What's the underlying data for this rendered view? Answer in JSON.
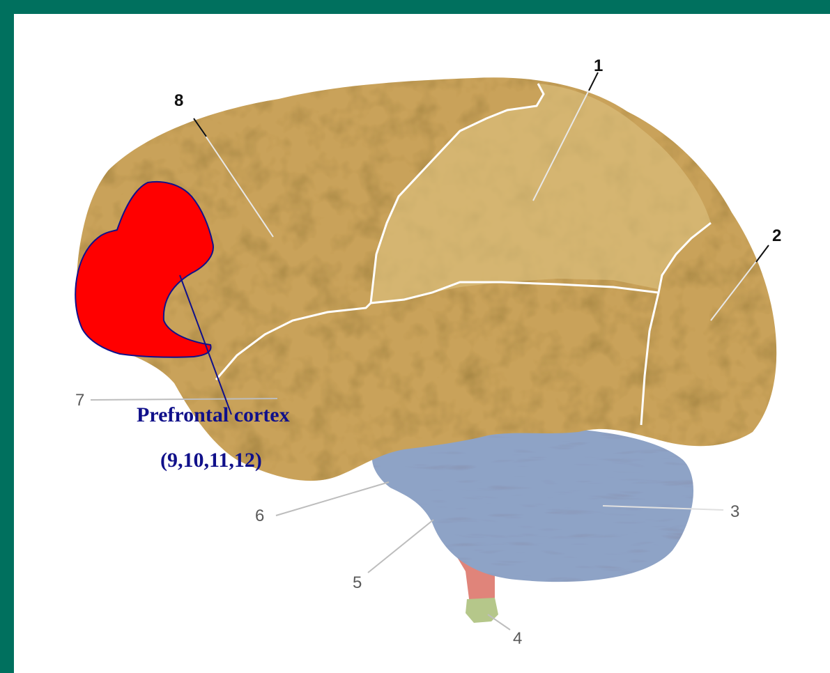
{
  "labels": {
    "n1": "1",
    "n2": "2",
    "n3": "3",
    "n4": "4",
    "n5": "5",
    "n6": "6",
    "n7": "7",
    "n8": "8"
  },
  "callout": {
    "line1": "Prefrontal cortex",
    "line2": "(9,10,11,12)"
  },
  "colors": {
    "frame": "#00705e",
    "cortex": "#c9a25a",
    "cerebellum": "#8ea3c6",
    "brainstem": "#e0847a",
    "highlight": "#ff0000",
    "callout_text": "#10108a"
  }
}
